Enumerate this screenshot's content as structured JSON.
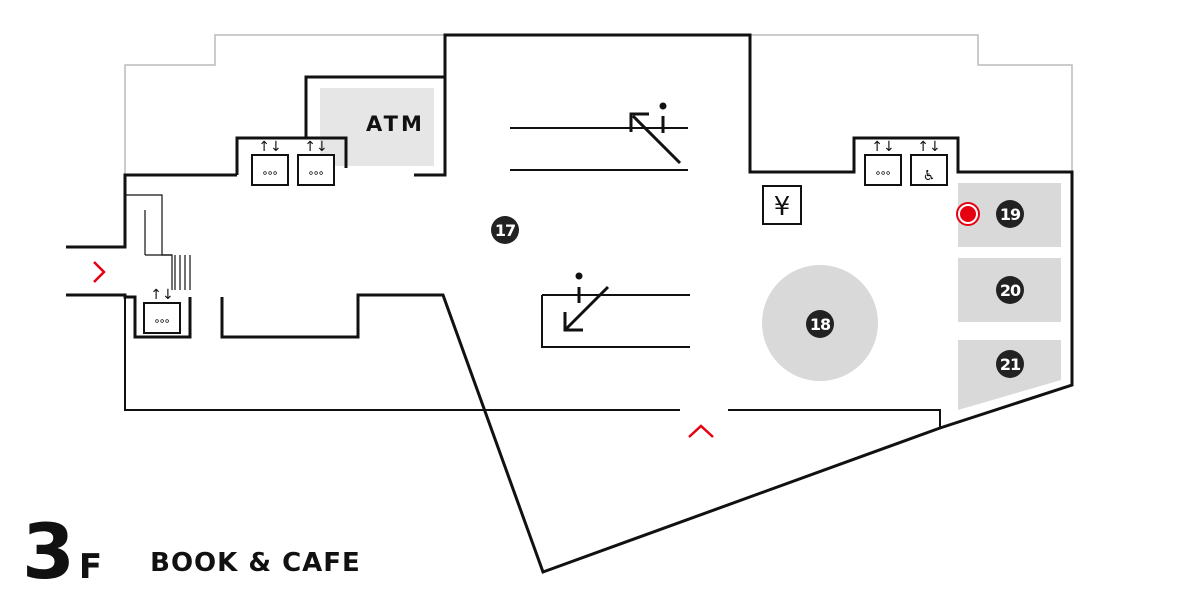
{
  "floor": {
    "number": "3",
    "suffix": "F",
    "name": "BOOK & CAFE"
  },
  "facilities": {
    "atm": "ATM",
    "currency_exchange": "¥"
  },
  "zones": [
    {
      "label": "17",
      "name": "zone-17-marker"
    },
    {
      "label": "18",
      "name": "zone-18-marker"
    },
    {
      "label": "19",
      "name": "zone-19-marker"
    },
    {
      "label": "20",
      "name": "zone-20-marker"
    },
    {
      "label": "21",
      "name": "zone-21-marker"
    }
  ],
  "icons": [
    "elevator-icon",
    "accessible-elevator-icon",
    "escalator-up-icon",
    "escalator-down-icon",
    "entrance-arrow-icon",
    "current-location-icon",
    "yen-icon"
  ],
  "colors": {
    "wall": "#111111",
    "outer_wall": "#bbbbbb",
    "shop": "#d9d9d9",
    "atm": "#e6e6e6",
    "accent": "#e60012",
    "marker": "#222222"
  }
}
